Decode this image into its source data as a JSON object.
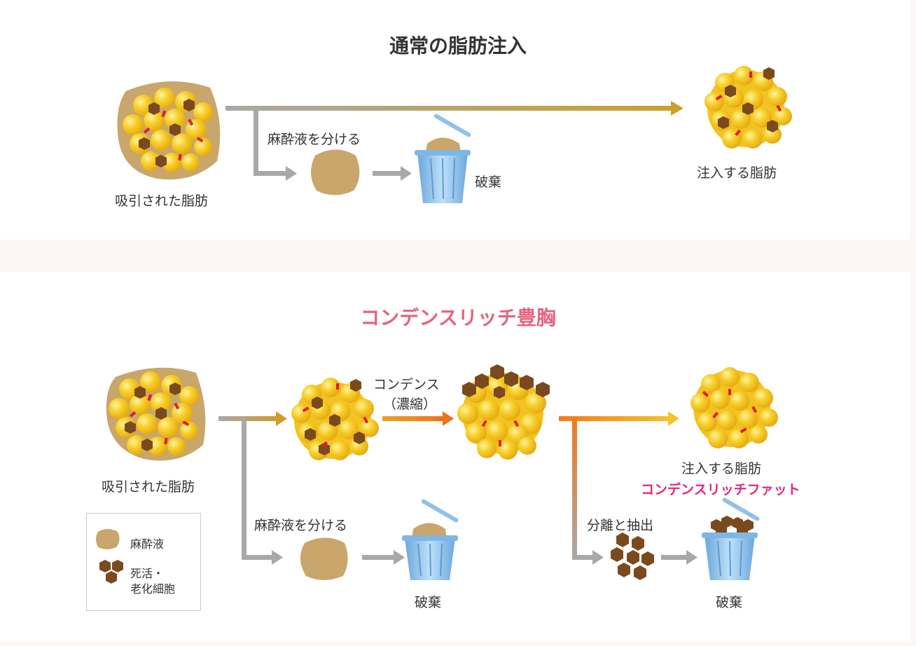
{
  "section_normal": {
    "title": "通常の脂肪注入",
    "label_aspirated": "吸引された脂肪",
    "label_separate": "麻酔液を分ける",
    "label_discard": "破棄",
    "label_inject": "注入する脂肪"
  },
  "section_condense": {
    "title": "コンデンスリッチ豊胸",
    "title_color": "#e8637f",
    "label_aspirated": "吸引された脂肪",
    "label_condense_1": "コンデンス",
    "label_condense_2": "（濃縮）",
    "label_separate": "麻酔液を分ける",
    "label_discard_1": "破棄",
    "label_extract": "分離と抽出",
    "label_discard_2": "破棄",
    "label_inject": "注入する脂肪",
    "label_fat_name": "コンデンスリッチファット",
    "fat_name_color": "#e6247f"
  },
  "legend": {
    "anesthetic": "麻酔液",
    "dead_cells_1": "死活・",
    "dead_cells_2": "老化細胞"
  },
  "colors": {
    "fat_yellow": "#f5c518",
    "fat_brown_cell": "#7a4a1e",
    "anesthetic_tan": "#c9a66b",
    "arrow_gray": "#9a9a9a",
    "arrow_gold": "#c8a033",
    "arrow_orange": "#f07a1f",
    "bucket_blue": "#8fc1ea"
  }
}
